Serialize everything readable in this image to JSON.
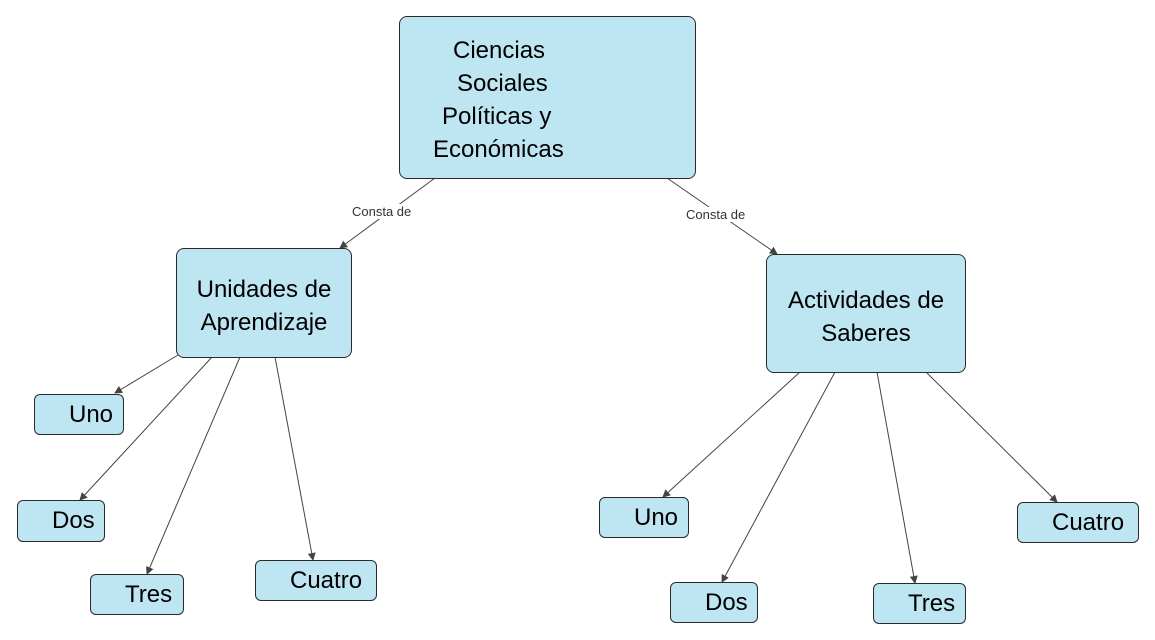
{
  "root": {
    "lines": [
      "Ciencias",
      "Sociales",
      "Políticas y",
      "Económicas"
    ]
  },
  "link_label": "Consta de",
  "left": {
    "lines": [
      "Unidades de",
      "Aprendizaje"
    ],
    "children": [
      "Uno",
      "Dos",
      "Tres",
      "Cuatro"
    ]
  },
  "right": {
    "lines": [
      "Actividades de",
      "Saberes"
    ],
    "children": [
      "Uno",
      "Dos",
      "Tres",
      "Cuatro"
    ]
  },
  "colors": {
    "node_fill": "#bee5f2",
    "line": "#444444"
  }
}
